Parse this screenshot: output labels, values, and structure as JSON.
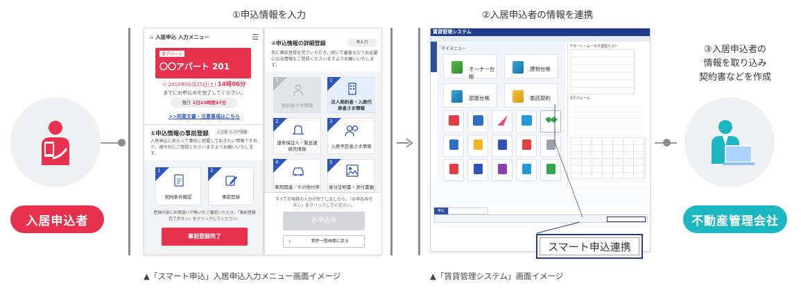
{
  "steps": {
    "step1": "①申込情報を入力",
    "step2": "②入居申込者の情報を連携",
    "step3_lines": [
      "③入居申込者の",
      "情報を取り込み",
      "契約書などを作成"
    ]
  },
  "actors": {
    "applicant": "入居申込者",
    "company": "不動産管理会社"
  },
  "captions": {
    "left": "▲「スマート申込」入居申込入力メニュー画面イメージ",
    "right": "▲「賃貸管理システム」画面イメージ"
  },
  "phone1": {
    "header": "入居申込 入力メニュー",
    "badge": "賃アパート",
    "property": "〇〇アパート 201",
    "deadline_prefix": "⊙ 2019年05月25日(土)",
    "deadline_time": "14時06分",
    "deadline_note": "までにお申込みを完了してください。",
    "remaining_label": "残り",
    "remaining_value": "2日23時間37分",
    "agree_link": ">>同意文書・注意事項はこちら",
    "section_title": "①申込情報の事前登録",
    "section_badge": "入力済 コノ/ア残額",
    "section_desc": "入居申込にあたって事前に把握しておきたい情報ですので、速やかにご登録くださいますようお願いいたします。",
    "tile1_num": "1",
    "tile1_label": "契約条件確認",
    "tile2_num": "2",
    "tile2_label": "事前登録",
    "footer_note": "登録内容にお間違いが無いかご確認いただき、「事前登録完了ボタン」をクリックしてください。",
    "complete_button": "事前登録完了"
  },
  "phone2": {
    "title": "②申込情報の詳細登録",
    "badge": "未入力",
    "desc": "先に事前登録を完了いただき、続いて審査などでお必要になる情報をご登録くださいますようお願いいたします。",
    "tiles": [
      {
        "num": "1",
        "label": "契約者さま情報"
      },
      {
        "num": "1",
        "label": "法人契約者・入居代表者さま情報"
      },
      {
        "num": "2",
        "label": "連帯保証人・緊急連絡先情報"
      },
      {
        "num": "3",
        "label": "入居予定者さま情報"
      },
      {
        "num": "4",
        "label": "車両関連／その他付帯"
      },
      {
        "num": "5",
        "label": "身分証明書・添付書類"
      }
    ],
    "submit_note": "すべての項目の入力が完了しましたら、「お申込みボタン」をクリックしてください。",
    "submit_button": "お申込み",
    "back_button": "物件一覧画面に戻る"
  },
  "system": {
    "title": "賃貸管理システム",
    "menu_label": "マイメニュー",
    "tiles": [
      "オーナー台帳",
      "建物台帳",
      "部屋台帳",
      "委託契約"
    ],
    "side_title": "アラート・ムーラネ送信リスト",
    "schedule_title": "スケジュール",
    "tab_label": "申込",
    "smart_button": "スマート申込連携"
  },
  "colors": {
    "red_accent": "#e8304f",
    "teal_accent": "#1cb6c1",
    "navy": "#1f3c8a"
  }
}
